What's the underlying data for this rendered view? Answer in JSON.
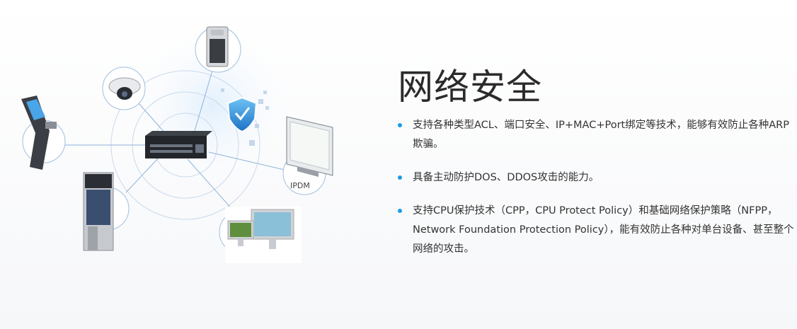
{
  "section": {
    "title": "网络安全",
    "bullets": [
      {
        "text": "支持各种类型ACL、端口安全、IP+MAC+Port绑定等技术，能够有效防止各种ARP欺骗。"
      },
      {
        "text": "具备主动防护DOS、DDOS攻击的能力。"
      },
      {
        "text": "支持CPU保护技术（CPP，CPU Protect Policy）和基础网络保护策略（NFPP，Network Foundation Protection Policy），能有效防止各种对单台设备、甚至整个网络的攻击。"
      }
    ],
    "accent_color": "#1a9be8"
  },
  "diagram": {
    "ipdm_label": "IPDM"
  }
}
